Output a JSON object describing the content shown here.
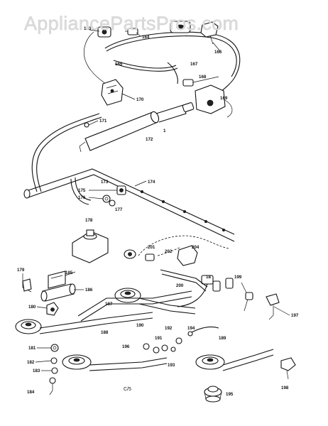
{
  "watermark": "AppliancePartsPros.com",
  "page_code": "C/5",
  "part_labels": [
    "163",
    "164",
    "165",
    "166",
    "167",
    "168",
    "169",
    "170",
    "171",
    "172",
    "173",
    "174",
    "175",
    "176",
    "177",
    "178",
    "179",
    "185",
    "186",
    "187",
    "188",
    "189",
    "190",
    "191",
    "192",
    "193",
    "194",
    "195",
    "196",
    "197",
    "198",
    "199",
    "200",
    "201",
    "202",
    "204",
    "180",
    "181",
    "182",
    "183",
    "184",
    "1",
    "18"
  ]
}
